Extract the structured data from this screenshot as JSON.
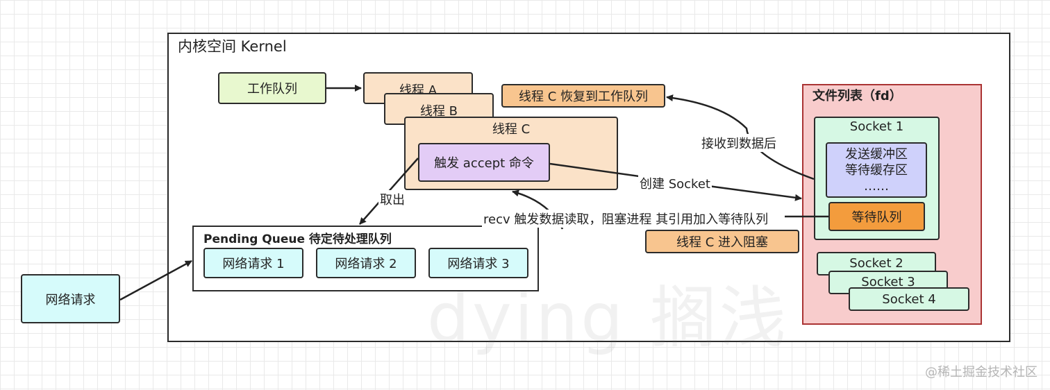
{
  "kernel": {
    "title": "内核空间 Kernel"
  },
  "work_queue": "工作队列",
  "threads": {
    "a": "线程 A",
    "b": "线程 B",
    "c": "线程 C"
  },
  "accept_cmd": "触发 accept 命令",
  "thread_c_restore": "线程 C 恢复到工作队列",
  "thread_c_block": "线程 C 进入阻塞",
  "arrows": {
    "take_out": "取出",
    "create_socket": "创建 Socket",
    "after_receive": "接收到数据后",
    "recv_note": "recv 触发数据读取，阻塞进程 其引用加入等待队列"
  },
  "pending": {
    "title": "Pending Queue 待定待处理队列",
    "requests": [
      "网络请求 1",
      "网络请求 2",
      "网络请求 3"
    ]
  },
  "network_request": "网络请求",
  "fd_table": {
    "title": "文件列表（fd）",
    "socket1": {
      "name": "Socket 1",
      "buffers": [
        "发送缓冲区",
        "等待缓存区",
        "……"
      ],
      "wait_queue": "等待队列"
    },
    "other_sockets": [
      "Socket 2",
      "Socket 3",
      "Socket 4"
    ]
  },
  "watermark": "dying 搁浅",
  "credit": "@稀土掘金技术社区",
  "colors": {
    "work_queue": "#e8f8cf",
    "thread": "#fbe2c8",
    "accept": "#e3ccf6",
    "status": "#f8c58f",
    "request": "#d6fbfb",
    "fd_table": "#f8cccc",
    "socket": "#d6f8e4",
    "buffer": "#cfd1fb",
    "wait_queue": "#f39c3d"
  }
}
